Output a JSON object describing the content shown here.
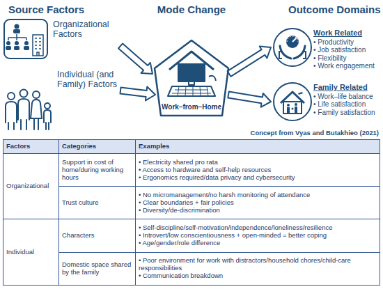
{
  "diagram": {
    "nodes": [
      {
        "text": [
          "Organizational Factors"
        ]
      },
      {
        "text": [
          "Individual (and Family) Factors"
        ]
      },
      {
        "text": [
          "Work–from–Home"
        ]
      },
      {
        "text": [
          "Work Related",
          "• Productivity",
          "• Job satisfaction",
          "• Flexibility",
          "• Work engagement"
        ]
      },
      {
        "text": [
          "Family Related",
          "• Work–life balance",
          "• Life satisfaction",
          "• Family satisfaction"
        ]
      }
    ],
    "edges": [
      {
        "from": 0,
        "to": 2,
        "arrow": "to"
      },
      {
        "from": 1,
        "to": 2,
        "arrow": "to"
      },
      {
        "from": 2,
        "to": 3,
        "arrow": "to"
      },
      {
        "from": 2,
        "to": 4,
        "arrow": "to"
      }
    ],
    "labels": [
      "Source Factors",
      "Mode Change",
      "Outcome Domains",
      "Concept from Vyas and Butakhieo (2021)",
      "Factors",
      "Categories",
      "Examples",
      "Organizational",
      "Support in cost of home/during working hours",
      "• Electricity shared pro rata",
      "• Access to hardware and self-help resources",
      "• Ergonomics required/data privacy and cybersecurity",
      "Trust culture",
      "• No micromanagement/no harsh monitoring of attendance",
      "• Clear boundaries + fair policies",
      "• Diversity/de-discrimination",
      "Individual",
      "Characters",
      "• Self-discipline/self-motivation/independence/loneliness/resilience",
      "• Introvert/low conscientiousness + open-minded = better coping",
      "• Age/gender/role difference",
      "Domestic space shared by the family",
      "• Poor environment for work with distractors/household chores/child-care responsibilities",
      "• Communication breakdown"
    ]
  }
}
